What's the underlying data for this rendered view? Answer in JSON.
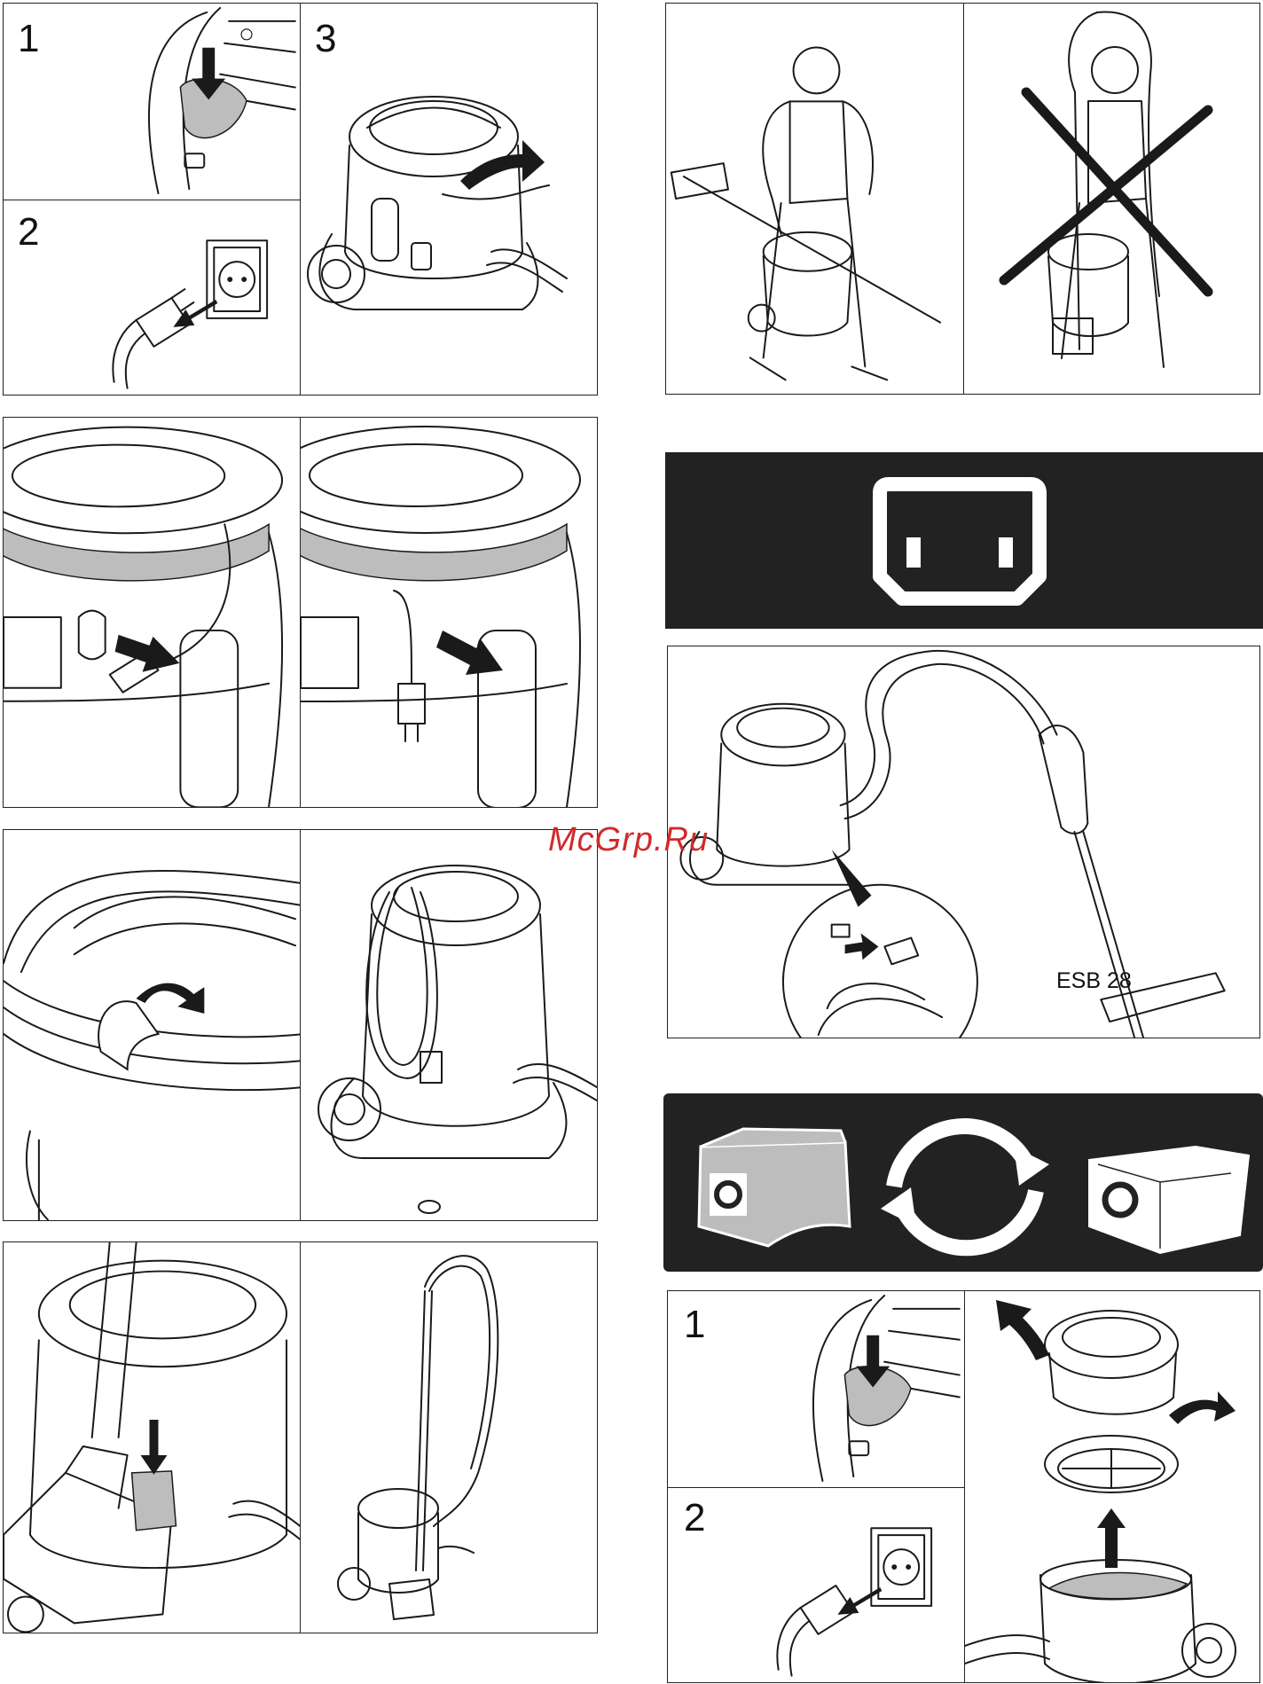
{
  "steps_top_left": {
    "step1": "1",
    "step2": "2",
    "step3": "3"
  },
  "steps_bottom_right": {
    "step1": "1",
    "step2": "2"
  },
  "accessory": {
    "model": "ESB 28"
  },
  "watermark": {
    "text": "McGrp.Ru",
    "color": "#d12a2a"
  },
  "colors": {
    "band": "#222222",
    "line": "#1a1a1a",
    "highlight": "#bdbdbd"
  },
  "icons": [
    "appliance-inlet-icon",
    "dust-bag-icon",
    "replace-cycle-icon",
    "dust-bag-open-icon",
    "prohibited-cross-icon"
  ]
}
